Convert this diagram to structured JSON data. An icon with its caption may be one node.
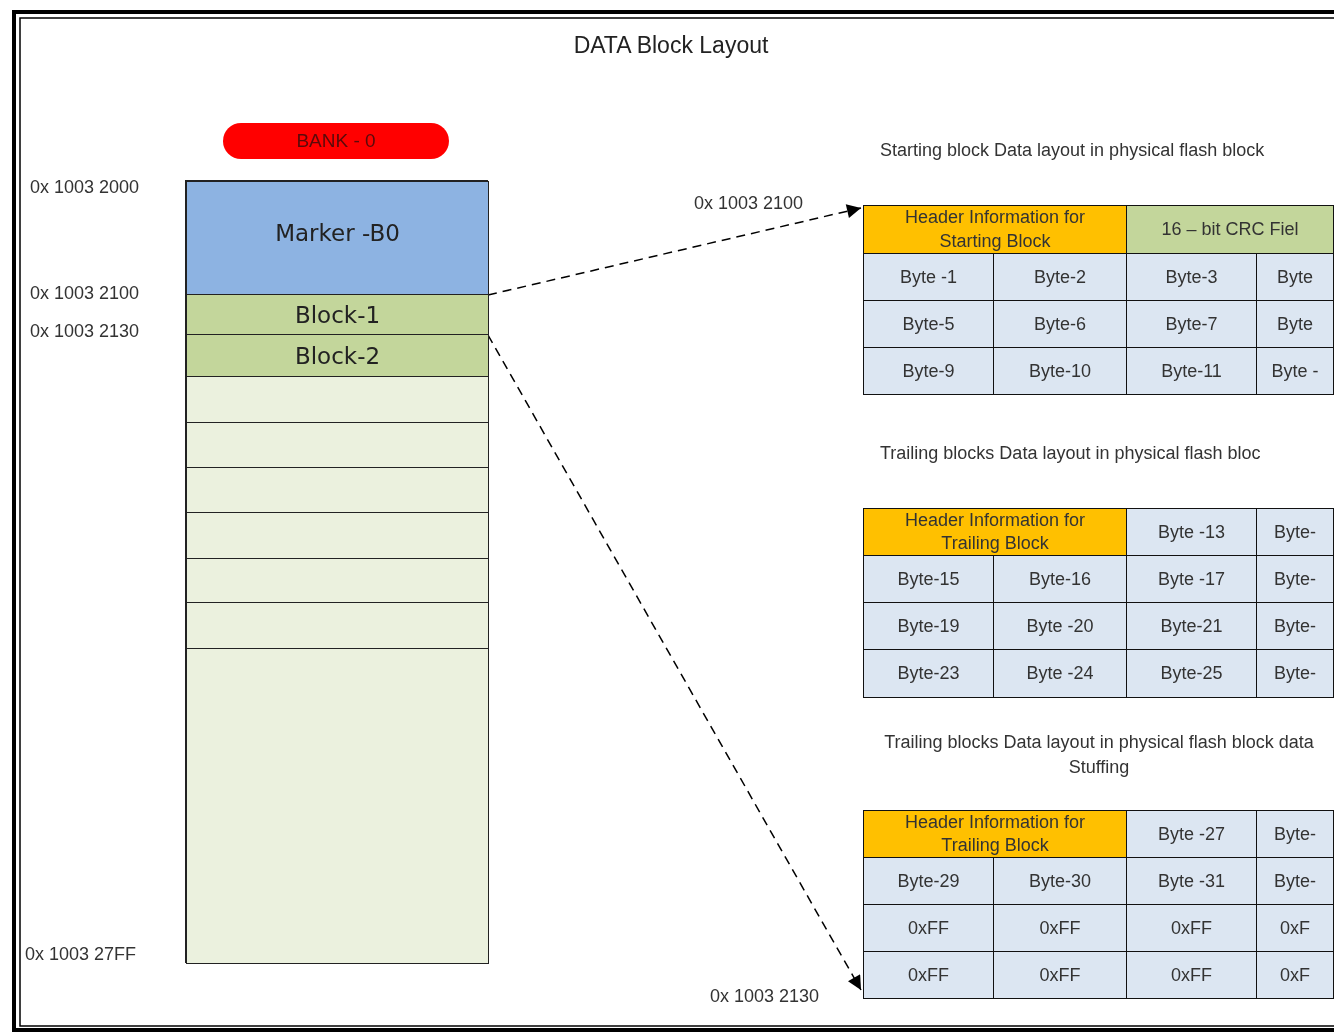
{
  "diagram": {
    "title": "DATA Block Layout",
    "nodes": [
      {
        "text": [
          "BANK - 0"
        ]
      },
      {
        "text": [],
        "shape": "box"
      },
      {
        "text": [
          "Marker -B0"
        ],
        "in": 1
      },
      {
        "text": [
          "Block-1"
        ],
        "in": 1
      },
      {
        "text": [
          "Block-2"
        ],
        "in": 1
      },
      {
        "text": [],
        "shape": "box",
        "in": 1
      },
      {
        "text": [],
        "shape": "box",
        "in": 1
      },
      {
        "text": [],
        "shape": "box",
        "in": 1
      },
      {
        "text": [],
        "shape": "box",
        "in": 1
      },
      {
        "text": [],
        "shape": "box",
        "in": 1
      },
      {
        "text": [],
        "shape": "box",
        "in": 1
      },
      {
        "text": [],
        "shape": "box",
        "in": 1
      },
      {
        "text": [
          "Starting block Data layout in physical flash block"
        ]
      },
      {
        "text": [
          "Header Information for Starting Block"
        ],
        "in": 12
      },
      {
        "text": [
          "16 – bit CRC Fiel"
        ],
        "in": 12
      },
      {
        "text": [
          "Byte -1"
        ],
        "in": 12
      },
      {
        "text": [
          "Byte-2"
        ],
        "in": 12
      },
      {
        "text": [
          "Byte-3"
        ],
        "in": 12
      },
      {
        "text": [
          "Byte"
        ],
        "in": 12
      },
      {
        "text": [
          "Byte-5"
        ],
        "in": 12
      },
      {
        "text": [
          "Byte-6"
        ],
        "in": 12
      },
      {
        "text": [
          "Byte-7"
        ],
        "in": 12
      },
      {
        "text": [
          "Byte"
        ],
        "in": 12
      },
      {
        "text": [
          "Byte-9"
        ],
        "in": 12
      },
      {
        "text": [
          "Byte-10"
        ],
        "in": 12
      },
      {
        "text": [
          "Byte-11"
        ],
        "in": 12
      },
      {
        "text": [
          "Byte -"
        ],
        "in": 12
      },
      {
        "text": [
          "Trailing blocks Data layout in physical flash bloc"
        ]
      },
      {
        "text": [
          "Header Information for Trailing Block"
        ],
        "in": 27
      },
      {
        "text": [
          "Byte -13"
        ],
        "in": 27
      },
      {
        "text": [
          "Byte-"
        ],
        "in": 27
      },
      {
        "text": [
          "Byte-15"
        ],
        "in": 27
      },
      {
        "text": [
          "Byte-16"
        ],
        "in": 27
      },
      {
        "text": [
          "Byte -17"
        ],
        "in": 27
      },
      {
        "text": [
          "Byte-"
        ],
        "in": 27
      },
      {
        "text": [
          "Byte-19"
        ],
        "in": 27
      },
      {
        "text": [
          "Byte -20"
        ],
        "in": 27
      },
      {
        "text": [
          "Byte-21"
        ],
        "in": 27
      },
      {
        "text": [
          "Byte-"
        ],
        "in": 27
      },
      {
        "text": [
          "Byte-23"
        ],
        "in": 27
      },
      {
        "text": [
          "Byte -24"
        ],
        "in": 27
      },
      {
        "text": [
          "Byte-25"
        ],
        "in": 27
      },
      {
        "text": [
          "Byte-"
        ],
        "in": 27
      },
      {
        "text": [
          "Trailing blocks Data layout in physical flash block data Stuffing"
        ]
      },
      {
        "text": [
          "Header Information for Trailing Block"
        ],
        "in": 43
      },
      {
        "text": [
          "Byte -27"
        ],
        "in": 43
      },
      {
        "text": [
          "Byte-"
        ],
        "in": 43
      },
      {
        "text": [
          "Byte-29"
        ],
        "in": 43
      },
      {
        "text": [
          "Byte-30"
        ],
        "in": 43
      },
      {
        "text": [
          "Byte -31"
        ],
        "in": 43
      },
      {
        "text": [
          "Byte-"
        ],
        "in": 43
      },
      {
        "text": [
          "0xFF"
        ],
        "in": 43
      },
      {
        "text": [
          "0xFF"
        ],
        "in": 43
      },
      {
        "text": [
          "0xFF"
        ],
        "in": 43
      },
      {
        "text": [
          "0xF"
        ],
        "in": 43
      },
      {
        "text": [
          "0xFF"
        ],
        "in": 43
      },
      {
        "text": [
          "0xFF"
        ],
        "in": 43
      },
      {
        "text": [
          "0xFF"
        ],
        "in": 43
      },
      {
        "text": [
          "0xF"
        ],
        "in": 43
      }
    ],
    "edges": [
      {
        "from": 3,
        "to": 12,
        "arrow": "to",
        "style": "dashed"
      },
      {
        "from": 4,
        "to": 43,
        "arrow": "to",
        "style": "dashed"
      }
    ],
    "labels": [
      "0x 1003 2000",
      "0x 1003 2100",
      "0x 1003 2130",
      "0x 1003 27FF",
      "0x 1003 2100",
      "0x 1003 2130"
    ]
  }
}
